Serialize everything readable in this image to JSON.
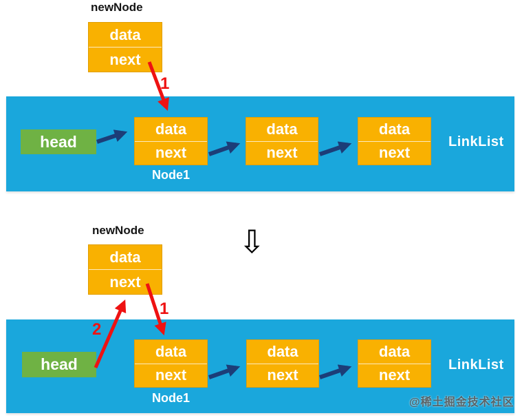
{
  "colors": {
    "band": "#1AA7DC",
    "node_fill": "#F9B101",
    "node_border": "#E09E00",
    "head_fill": "#6FB244",
    "arrow_navy": "#1C3D78",
    "arrow_red": "#EE1212"
  },
  "between_arrow": "⇩",
  "watermark": "@稀土掘金技术社区",
  "panel_top": {
    "new_node_title": "newNode",
    "new_node": {
      "data": "data",
      "next": "next"
    },
    "step1_label": "1",
    "head_label": "head",
    "node1_caption": "Node1",
    "list_label": "LinkList",
    "nodes": [
      {
        "data": "data",
        "next": "next"
      },
      {
        "data": "data",
        "next": "next"
      },
      {
        "data": "data",
        "next": "next"
      }
    ]
  },
  "panel_bottom": {
    "new_node_title": "newNode",
    "new_node": {
      "data": "data",
      "next": "next"
    },
    "step1_label": "1",
    "step2_label": "2",
    "head_label": "head",
    "node1_caption": "Node1",
    "list_label": "LinkList",
    "nodes": [
      {
        "data": "data",
        "next": "next"
      },
      {
        "data": "data",
        "next": "next"
      },
      {
        "data": "data",
        "next": "next"
      }
    ]
  }
}
